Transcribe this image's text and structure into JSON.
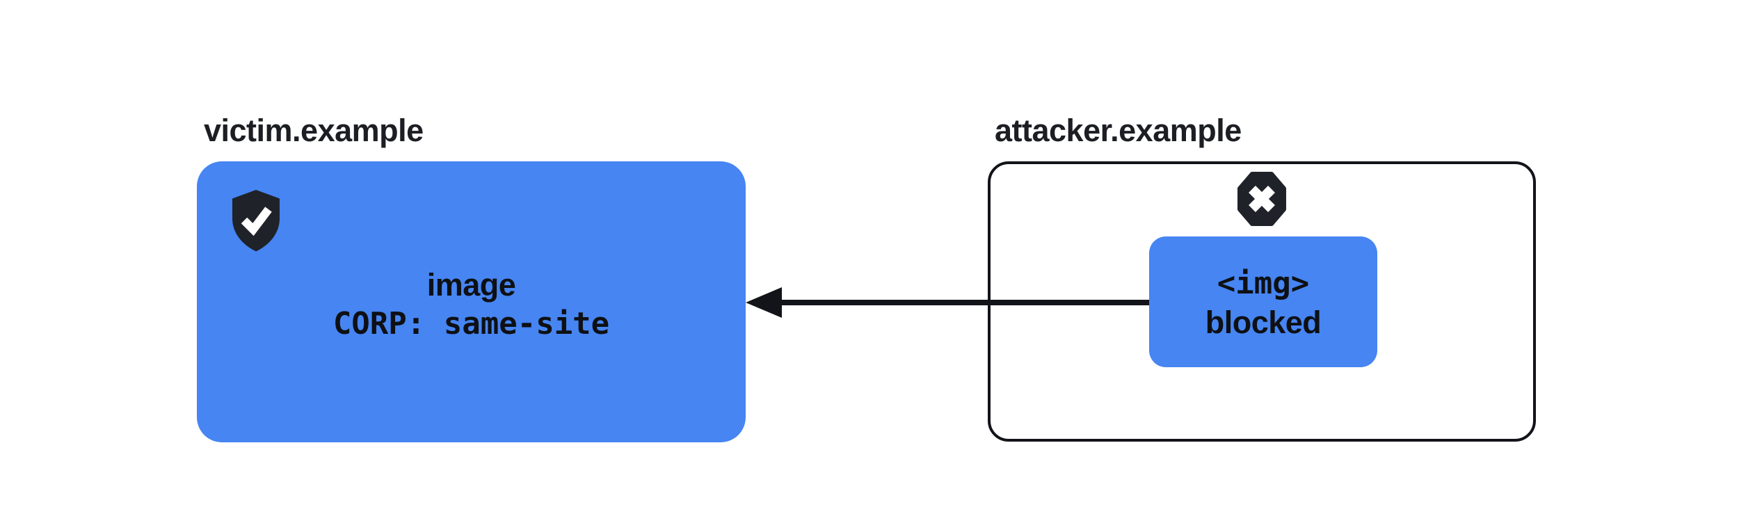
{
  "colors": {
    "accent_blue": "#4685f2",
    "ink": "#121419",
    "icon_dark": "#1f2228",
    "text_dark": "#0e1014"
  },
  "victim": {
    "domain": "victim.example",
    "icon": "shield-check-icon",
    "resource": {
      "line1": "image",
      "line2": "CORP: same-site"
    }
  },
  "attacker": {
    "domain": "attacker.example",
    "icon": "blocked-x-octagon-icon",
    "request": {
      "line1": "<img>",
      "line2": "blocked"
    }
  }
}
